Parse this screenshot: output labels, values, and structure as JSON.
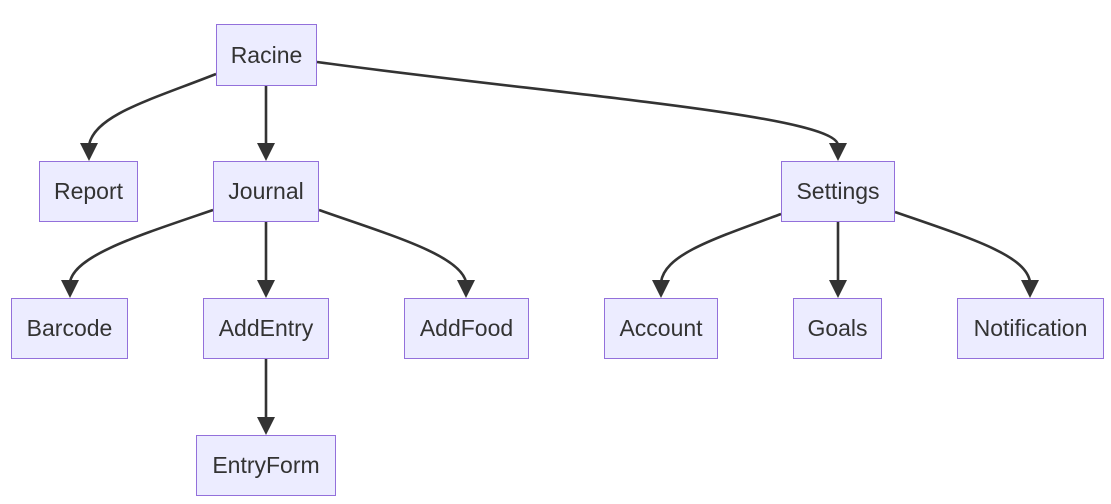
{
  "diagram": {
    "nodes": {
      "racine": "Racine",
      "report": "Report",
      "journal": "Journal",
      "settings": "Settings",
      "barcode": "Barcode",
      "addentry": "AddEntry",
      "addfood": "AddFood",
      "account": "Account",
      "goals": "Goals",
      "notification": "Notification",
      "entryform": "EntryForm"
    },
    "edges": [
      {
        "from": "Racine",
        "to": "Report"
      },
      {
        "from": "Racine",
        "to": "Journal"
      },
      {
        "from": "Racine",
        "to": "Settings"
      },
      {
        "from": "Journal",
        "to": "Barcode"
      },
      {
        "from": "Journal",
        "to": "AddEntry"
      },
      {
        "from": "Journal",
        "to": "AddFood"
      },
      {
        "from": "AddEntry",
        "to": "EntryForm"
      },
      {
        "from": "Settings",
        "to": "Account"
      },
      {
        "from": "Settings",
        "to": "Goals"
      },
      {
        "from": "Settings",
        "to": "Notification"
      }
    ],
    "colors": {
      "node_fill": "#ECECFF",
      "node_border": "#9370DB",
      "edge": "#333333",
      "text": "#333333"
    }
  }
}
